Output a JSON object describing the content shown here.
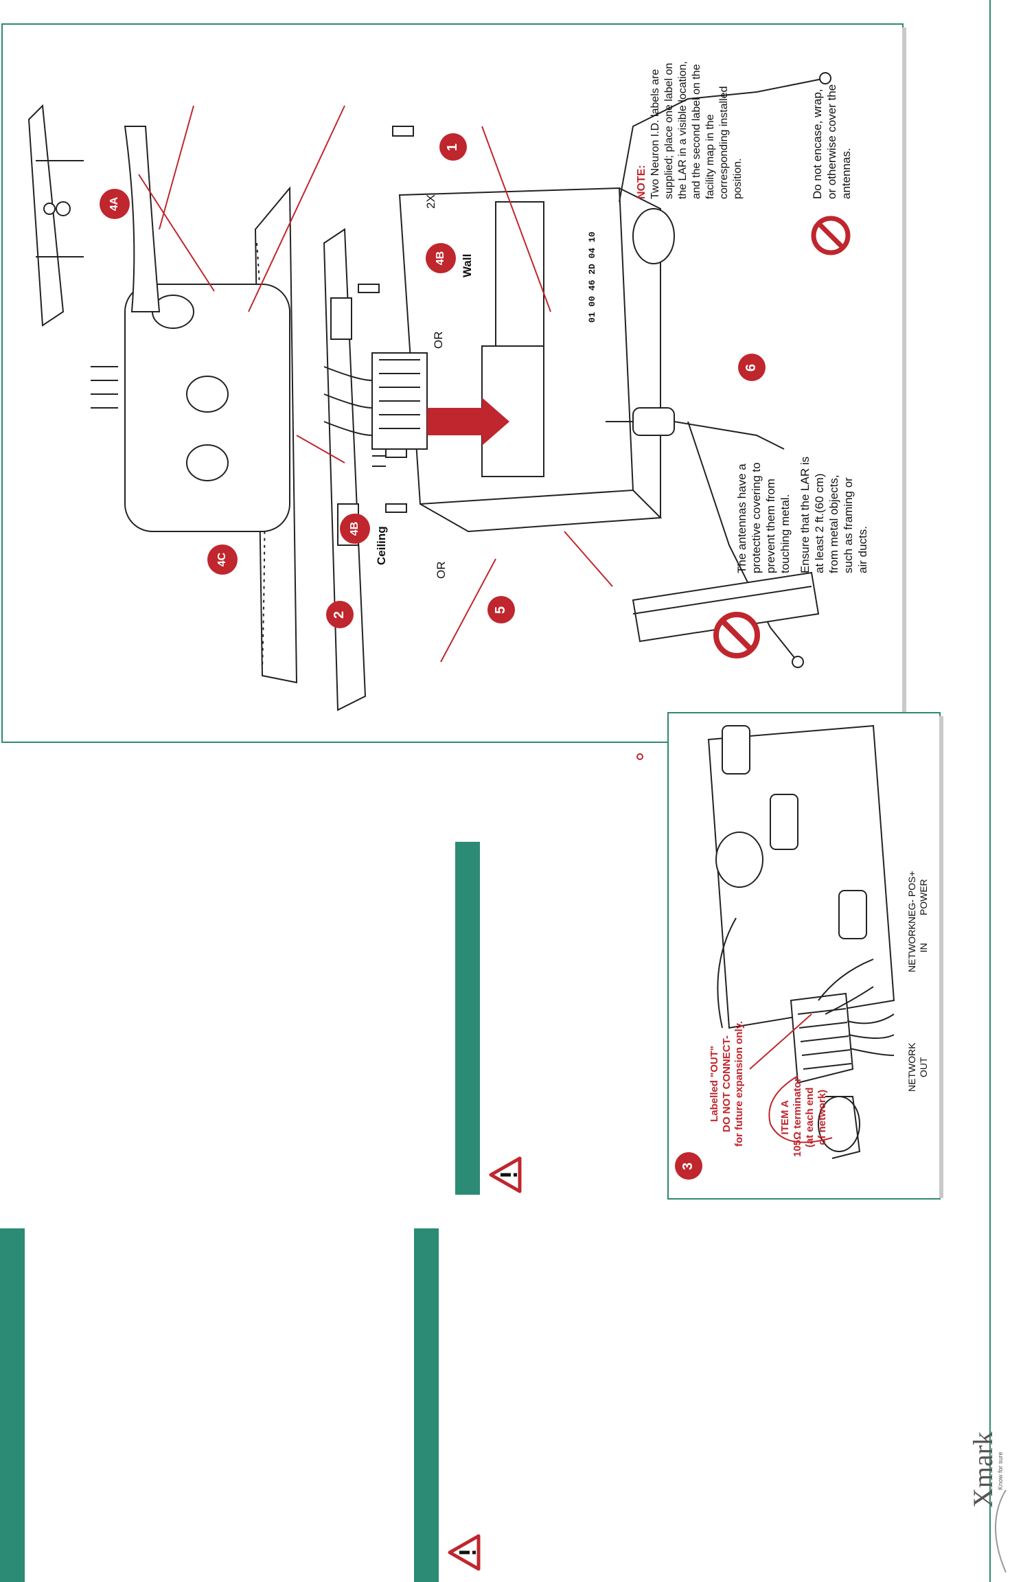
{
  "colors": {
    "accent": "#2c8b74",
    "callout": "#c0262d",
    "line": "#2c8a6e"
  },
  "main_diagram": {
    "badges": {
      "b1": "1",
      "b2": "2",
      "b4a": "4A",
      "b4b_ceiling": "4B",
      "b4b_wall": "4B",
      "b4c": "4C",
      "b5": "5",
      "b6": "6"
    },
    "labels": {
      "ceiling": "Ceiling",
      "wall": "Wall",
      "or_top": "OR",
      "or_bottom": "OR",
      "twox": "2X"
    },
    "note_title": "NOTE:",
    "note_lines": [
      "Two Neuron I.D. labels are",
      "supplied; place one label on",
      "the LAR in a visible location,",
      "and the second label on the",
      "facility map in the",
      "corresponding installed",
      "position."
    ],
    "no_encase_lines": [
      "Do not encase, wrap,",
      "or otherwise cover the",
      "antennas."
    ],
    "covering_lines": [
      "The antennas have a",
      "protective covering to",
      "prevent them from",
      "touching metal."
    ],
    "distance_lines": [
      "Ensure that the LAR is",
      "at least 2 ft.(60 cm)",
      "from metal objects,",
      "such as framing or",
      "air ducts."
    ],
    "neuron_id": "01 00 46 2D 04 10"
  },
  "inset": {
    "badge": "3",
    "warning_lines": [
      "Labelled \"OUT\"",
      "DO NOT CONNECT-",
      "for future expansion only."
    ],
    "item_lines": [
      "ITEM A",
      "105Ω terminator",
      "(at each end",
      "of network)"
    ],
    "network_out": [
      "NETWORK",
      "OUT"
    ],
    "network_in": [
      "NETWORK",
      "IN"
    ],
    "power": [
      "NEG-  POS+",
      "POWER"
    ]
  },
  "logo": {
    "brand": "Xmark",
    "tagline": "Know for sure"
  }
}
